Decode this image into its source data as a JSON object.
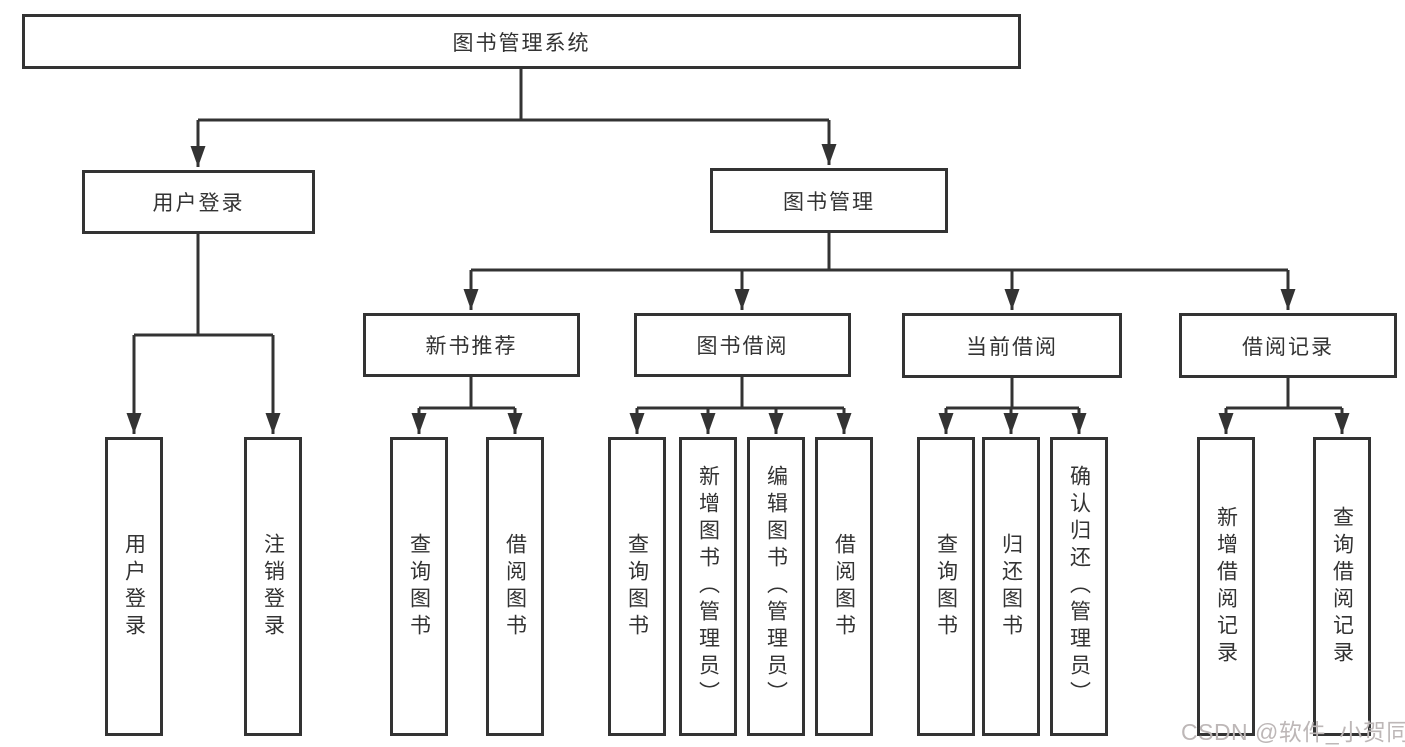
{
  "diagram": {
    "title_node": {
      "label": "图书管理系统"
    },
    "level2": [
      {
        "label": "用户登录"
      },
      {
        "label": "图书管理"
      }
    ],
    "level3": [
      {
        "label": "新书推荐"
      },
      {
        "label": "图书借阅"
      },
      {
        "label": "当前借阅"
      },
      {
        "label": "借阅记录"
      }
    ],
    "leaves": {
      "user_login": [
        "用户登录",
        "注销登录"
      ],
      "new_book_rec": [
        "查询图书",
        "借阅图书"
      ],
      "book_borrow": [
        "查询图书",
        "新增图书（管理员）",
        "编辑图书（管理员）",
        "借阅图书"
      ],
      "current_borrow": [
        "查询图书",
        "归还图书",
        "确认归还（管理员）"
      ],
      "borrow_records": [
        "新增借阅记录",
        "查询借阅记录"
      ]
    },
    "colors": {
      "line": "#333333",
      "background": "#ffffff",
      "text": "#333333"
    }
  },
  "watermark": {
    "text": "CSDN @软件_小贺同学",
    "color": "#bdb7b7"
  }
}
